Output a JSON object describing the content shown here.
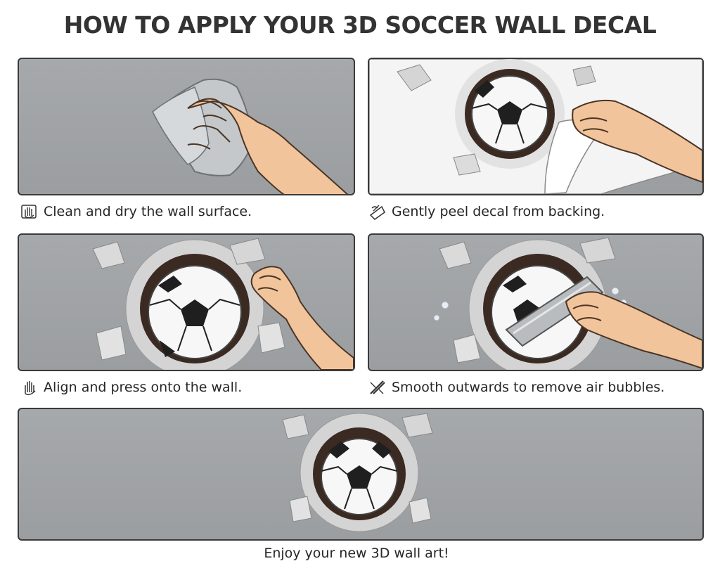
{
  "title": "HOW TO APPLY YOUR 3D SOCCER WALL DECAL",
  "steps": [
    {
      "caption": "Clean and dry the wall surface.",
      "icon": "cleaning-hand-icon"
    },
    {
      "caption": "Gently peel decal from backing.",
      "icon": "peel-hand-icon"
    },
    {
      "caption": "Align and press onto the wall.",
      "icon": "press-hand-icon"
    },
    {
      "caption": "Smooth outwards to remove air bubbles.",
      "icon": "squeegee-icon"
    }
  ],
  "final_caption": "Enjoy your new 3D wall art!",
  "colors": {
    "wall": "#9fa2a4",
    "border": "#3a3a3a",
    "skin": "#f2c49b",
    "text": "#262626"
  }
}
